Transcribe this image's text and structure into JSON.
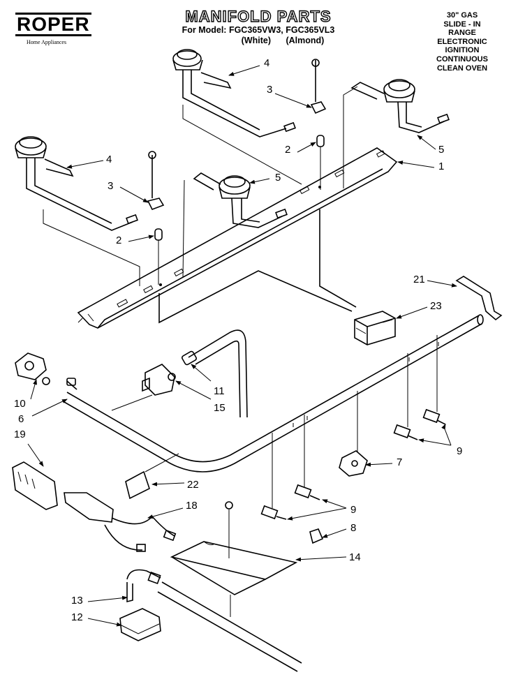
{
  "header": {
    "brand_name": "ROPER",
    "brand_tagline": "Home Appliances",
    "title": "MANIFOLD PARTS",
    "model_line": "For Model: FGC365VW3, FGC365VL3",
    "variants": [
      "(White)",
      "(Almond)"
    ]
  },
  "description": {
    "lines": [
      "30\" GAS",
      "SLIDE - IN",
      "RANGE",
      "ELECTRONIC",
      "IGNITION",
      "CONTINUOUS",
      "CLEAN OVEN"
    ]
  },
  "callouts": [
    {
      "id": "c1",
      "label": "1"
    },
    {
      "id": "c2a",
      "label": "2"
    },
    {
      "id": "c2b",
      "label": "2"
    },
    {
      "id": "c3a",
      "label": "3"
    },
    {
      "id": "c3b",
      "label": "3"
    },
    {
      "id": "c4a",
      "label": "4"
    },
    {
      "id": "c4b",
      "label": "4"
    },
    {
      "id": "c5a",
      "label": "5"
    },
    {
      "id": "c5b",
      "label": "5"
    },
    {
      "id": "c6",
      "label": "6"
    },
    {
      "id": "c7",
      "label": "7"
    },
    {
      "id": "c8",
      "label": "8"
    },
    {
      "id": "c9a",
      "label": "9"
    },
    {
      "id": "c9b",
      "label": "9"
    },
    {
      "id": "c10",
      "label": "10"
    },
    {
      "id": "c11",
      "label": "11"
    },
    {
      "id": "c12",
      "label": "12"
    },
    {
      "id": "c13",
      "label": "13"
    },
    {
      "id": "c14",
      "label": "14"
    },
    {
      "id": "c15",
      "label": "15"
    },
    {
      "id": "c18",
      "label": "18"
    },
    {
      "id": "c19",
      "label": "19"
    },
    {
      "id": "c21",
      "label": "21"
    },
    {
      "id": "c22",
      "label": "22"
    },
    {
      "id": "c23",
      "label": "23"
    }
  ]
}
